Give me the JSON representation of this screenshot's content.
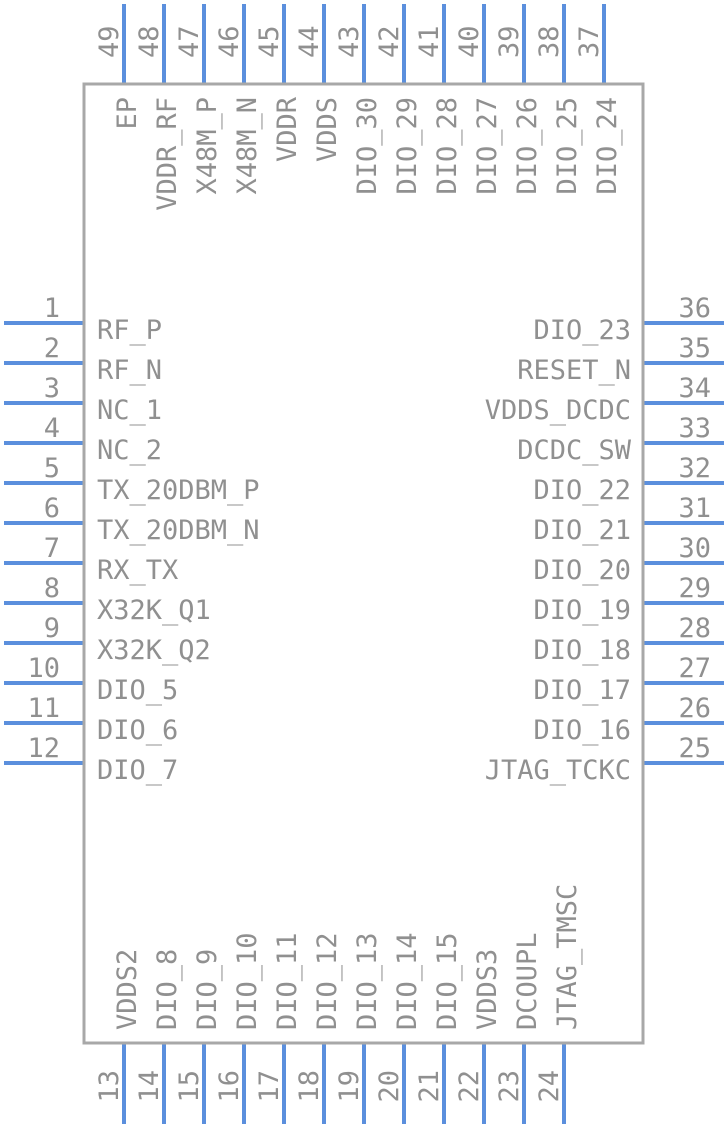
{
  "colors": {
    "pin": "#5b8fdd",
    "body_outline": "#a8a8a8",
    "text": "#909090",
    "background": "#ffffff"
  },
  "left_pins": [
    {
      "num": "1",
      "label": "RF_P"
    },
    {
      "num": "2",
      "label": "RF_N"
    },
    {
      "num": "3",
      "label": "NC_1"
    },
    {
      "num": "4",
      "label": "NC_2"
    },
    {
      "num": "5",
      "label": "TX_20DBM_P"
    },
    {
      "num": "6",
      "label": "TX_20DBM_N"
    },
    {
      "num": "7",
      "label": "RX_TX"
    },
    {
      "num": "8",
      "label": "X32K_Q1"
    },
    {
      "num": "9",
      "label": "X32K_Q2"
    },
    {
      "num": "10",
      "label": "DIO_5"
    },
    {
      "num": "11",
      "label": "DIO_6"
    },
    {
      "num": "12",
      "label": "DIO_7"
    }
  ],
  "right_pins": [
    {
      "num": "36",
      "label": "DIO_23"
    },
    {
      "num": "35",
      "label": "RESET_N"
    },
    {
      "num": "34",
      "label": "VDDS_DCDC"
    },
    {
      "num": "33",
      "label": "DCDC_SW"
    },
    {
      "num": "32",
      "label": "DIO_22"
    },
    {
      "num": "31",
      "label": "DIO_21"
    },
    {
      "num": "30",
      "label": "DIO_20"
    },
    {
      "num": "29",
      "label": "DIO_19"
    },
    {
      "num": "28",
      "label": "DIO_18"
    },
    {
      "num": "27",
      "label": "DIO_17"
    },
    {
      "num": "26",
      "label": "DIO_16"
    },
    {
      "num": "25",
      "label": "JTAG_TCKC"
    }
  ],
  "bottom_pins": [
    {
      "num": "13",
      "label": "VDDS2"
    },
    {
      "num": "14",
      "label": "DIO_8"
    },
    {
      "num": "15",
      "label": "DIO_9"
    },
    {
      "num": "16",
      "label": "DIO_10"
    },
    {
      "num": "17",
      "label": "DIO_11"
    },
    {
      "num": "18",
      "label": "DIO_12"
    },
    {
      "num": "19",
      "label": "DIO_13"
    },
    {
      "num": "20",
      "label": "DIO_14"
    },
    {
      "num": "21",
      "label": "DIO_15"
    },
    {
      "num": "22",
      "label": "VDDS3"
    },
    {
      "num": "23",
      "label": "DCOUPL"
    },
    {
      "num": "24",
      "label": "JTAG_TMSC"
    }
  ],
  "top_pins": [
    {
      "num": "49",
      "label": "EP"
    },
    {
      "num": "48",
      "label": "VDDR_RF"
    },
    {
      "num": "47",
      "label": "X48M_P"
    },
    {
      "num": "46",
      "label": "X48M_N"
    },
    {
      "num": "45",
      "label": "VDDR"
    },
    {
      "num": "44",
      "label": "VDDS"
    },
    {
      "num": "43",
      "label": "DIO_30"
    },
    {
      "num": "42",
      "label": "DIO_29"
    },
    {
      "num": "41",
      "label": "DIO_28"
    },
    {
      "num": "40",
      "label": "DIO_27"
    },
    {
      "num": "39",
      "label": "DIO_26"
    },
    {
      "num": "38",
      "label": "DIO_25"
    },
    {
      "num": "37",
      "label": "DIO_24"
    }
  ]
}
